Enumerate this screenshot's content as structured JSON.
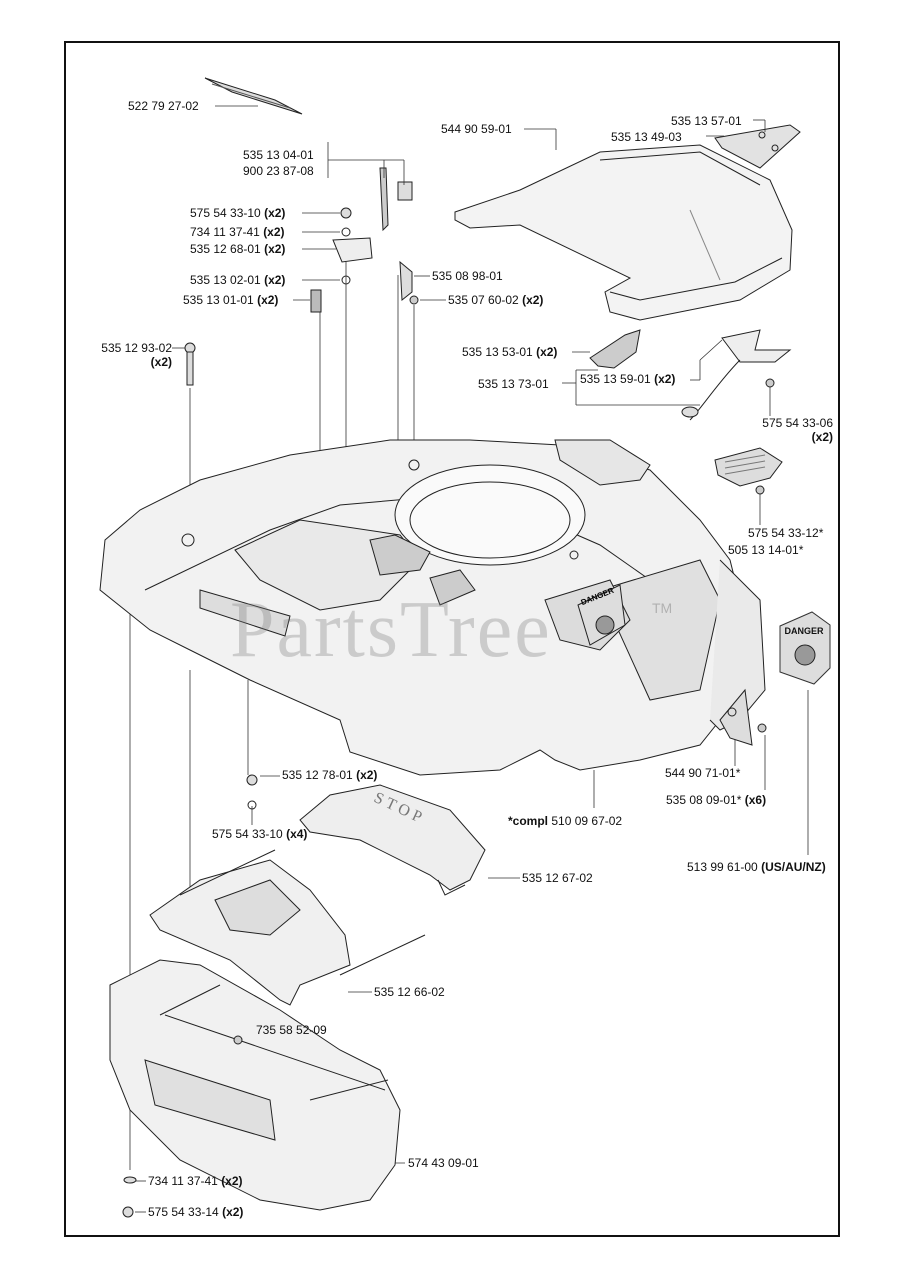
{
  "watermark": {
    "text": "PartsTree",
    "tm": "TM"
  },
  "danger_label": {
    "text": "DANGER"
  },
  "stop_text": "STOP",
  "parts": [
    {
      "id": "p1",
      "number": "522 79 27-02",
      "qty": "",
      "prefix": ""
    },
    {
      "id": "p2",
      "number": "535 13 57-01",
      "qty": "",
      "prefix": ""
    },
    {
      "id": "p3",
      "number": "544 90 59-01",
      "qty": "",
      "prefix": ""
    },
    {
      "id": "p4",
      "number": "535 13 49-03",
      "qty": "",
      "prefix": ""
    },
    {
      "id": "p5",
      "number": "535 13 04-01",
      "qty": "",
      "prefix": ""
    },
    {
      "id": "p6",
      "number": "900 23 87-08",
      "qty": "",
      "prefix": ""
    },
    {
      "id": "p7",
      "number": "575 54 33-10",
      "qty": "(x2)",
      "prefix": ""
    },
    {
      "id": "p8",
      "number": "734 11 37-41",
      "qty": "(x2)",
      "prefix": ""
    },
    {
      "id": "p9",
      "number": "535 12 68-01",
      "qty": "(x2)",
      "prefix": ""
    },
    {
      "id": "p10",
      "number": "535 13 02-01",
      "qty": "(x2)",
      "prefix": ""
    },
    {
      "id": "p11",
      "number": "535 08 98-01",
      "qty": "",
      "prefix": ""
    },
    {
      "id": "p12",
      "number": "535 13 01-01",
      "qty": "(x2)",
      "prefix": ""
    },
    {
      "id": "p13",
      "number": "535 07 60-02",
      "qty": "(x2)",
      "prefix": ""
    },
    {
      "id": "p14",
      "number": "535 12 93-02",
      "qty": "(x2)",
      "prefix": ""
    },
    {
      "id": "p15",
      "number": "535 13 53-01",
      "qty": "(x2)",
      "prefix": ""
    },
    {
      "id": "p16",
      "number": "535 13 73-01",
      "qty": "",
      "prefix": ""
    },
    {
      "id": "p17",
      "number": "535 13 59-01",
      "qty": "(x2)",
      "prefix": ""
    },
    {
      "id": "p18",
      "number": "575 54 33-06",
      "qty": "(x2)",
      "prefix": ""
    },
    {
      "id": "p19",
      "number": "575 54 33-12*",
      "qty": "",
      "prefix": ""
    },
    {
      "id": "p20",
      "number": "505 13 14-01*",
      "qty": "",
      "prefix": ""
    },
    {
      "id": "p21",
      "number": "535 12 78-01",
      "qty": "(x2)",
      "prefix": ""
    },
    {
      "id": "p22",
      "number": "575 54 33-10",
      "qty": "(x4)",
      "prefix": ""
    },
    {
      "id": "p23",
      "number": "544 90 71-01*",
      "qty": "",
      "prefix": ""
    },
    {
      "id": "p24",
      "number": "510 09 67-02",
      "qty": "",
      "prefix": "*compl"
    },
    {
      "id": "p25",
      "number": "535 08 09-01*",
      "qty": "(x6)",
      "prefix": ""
    },
    {
      "id": "p26",
      "number": "513 99 61-00",
      "qty": "(US/AU/NZ)",
      "prefix": ""
    },
    {
      "id": "p27",
      "number": "535 12 67-02",
      "qty": "",
      "prefix": ""
    },
    {
      "id": "p28",
      "number": "535 12 66-02",
      "qty": "",
      "prefix": ""
    },
    {
      "id": "p29",
      "number": "735 58 52-09",
      "qty": "",
      "prefix": ""
    },
    {
      "id": "p30",
      "number": "574 43 09-01",
      "qty": "",
      "prefix": ""
    },
    {
      "id": "p31",
      "number": "734 11 37-41",
      "qty": "(x2)",
      "prefix": ""
    },
    {
      "id": "p32",
      "number": "575 54 33-14",
      "qty": "(x2)",
      "prefix": ""
    }
  ]
}
